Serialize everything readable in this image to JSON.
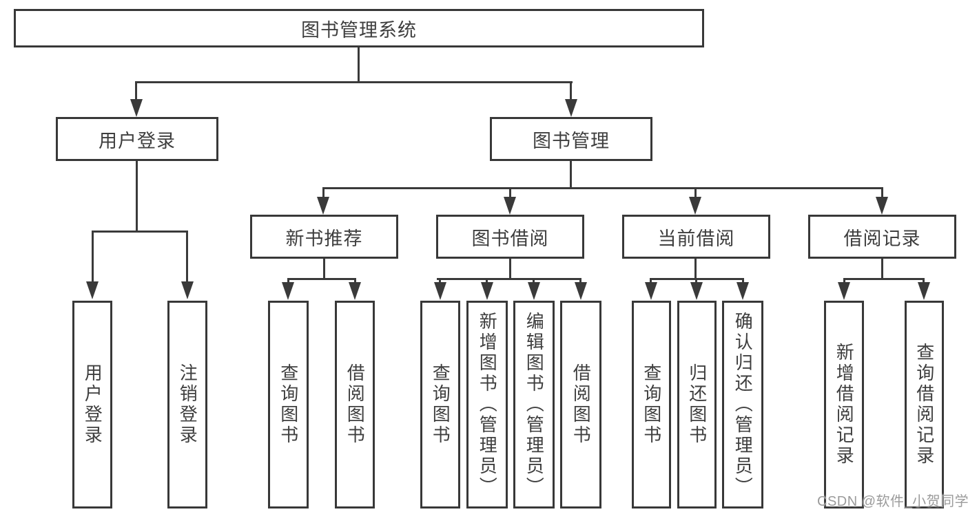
{
  "tree": {
    "label": "图书管理系统",
    "children": [
      {
        "label": "用户登录",
        "children": [
          {
            "label": "用户登录"
          },
          {
            "label": "注销登录"
          }
        ]
      },
      {
        "label": "图书管理",
        "children": [
          {
            "label": "新书推荐",
            "children": [
              {
                "label": "查询图书"
              },
              {
                "label": "借阅图书"
              }
            ]
          },
          {
            "label": "图书借阅",
            "children": [
              {
                "label": "查询图书"
              },
              {
                "label": "新增图书（管理员）"
              },
              {
                "label": "编辑图书（管理员）"
              },
              {
                "label": "借阅图书"
              }
            ]
          },
          {
            "label": "当前借阅",
            "children": [
              {
                "label": "查询图书"
              },
              {
                "label": "归还图书"
              },
              {
                "label": "确认归还（管理员）"
              }
            ]
          },
          {
            "label": "借阅记录",
            "children": [
              {
                "label": "新增借阅记录"
              },
              {
                "label": "查询借阅记录"
              }
            ]
          }
        ]
      }
    ]
  },
  "watermark": "CSDN @软件_小贺同学",
  "colors": {
    "line": "#3a3a3a",
    "border": "#383838",
    "text": "#3e3e3e",
    "watermark_text": "#9b9b9b",
    "background": "#ffffff"
  }
}
